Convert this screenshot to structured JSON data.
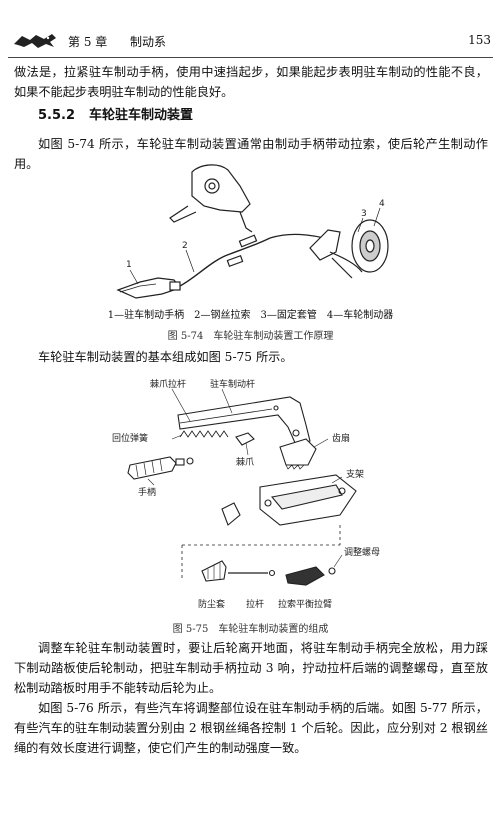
{
  "header": {
    "chapter": "第 5 章",
    "chapter_title": "制动系",
    "page_number": "153"
  },
  "paragraph_intro": "做法是，拉紧驻车制动手柄，使用中速挡起步，如果能起步表明驻车制动的性能不良，如果不能起步表明驻车制动的性能良好。",
  "section": {
    "number": "5.5.2",
    "title": "车轮驻车制动装置"
  },
  "paragraph_fig74_ref": "如图 5-74 所示，车轮驻车制动装置通常由制动手柄带动拉索，使后轮产生制动作用。",
  "figure_74": {
    "callouts": [
      "1",
      "2",
      "3",
      "4"
    ],
    "legend": "1—驻车制动手柄　2—钢丝拉索　3—固定套管　4—车轮制动器",
    "caption": "图 5-74　车轮驻车制动装置工作原理"
  },
  "paragraph_fig75_ref": "车轮驻车制动装置的基本组成如图 5-75 所示。",
  "figure_75": {
    "labels": {
      "pawl_rod": "棘爪拉杆",
      "park_lever": "驻车制动杆",
      "return_spring": "回位弹簧",
      "sector": "齿扇",
      "pawl": "棘爪",
      "bracket": "支架",
      "handle": "手柄",
      "adjust_nut": "调整螺母",
      "dust_cover": "防尘套",
      "pull_rod": "拉杆",
      "balance_arm": "拉索平衡拉臂"
    },
    "caption": "图 5-75　车轮驻车制动装置的组成"
  },
  "paragraph_adjust_1": "调整车轮驻车制动装置时，要让后轮离开地面，将驻车制动手柄完全放松，用力踩下制动踏板使后轮制动，把驻车制动手柄拉动 3 响，拧动拉杆后端的调整螺母，直至放松制动踏板时用手不能转动后轮为止。",
  "paragraph_adjust_2": "如图 5-76 所示，有些汽车将调整部位设在驻车制动手柄的后端。如图 5-77 所示，有些汽车的驻车制动装置分别由 2 根钢丝绳各控制 1 个后轮。因此，应分别对 2 根钢丝绳的有效长度进行调整，使它们产生的制动强度一致。"
}
